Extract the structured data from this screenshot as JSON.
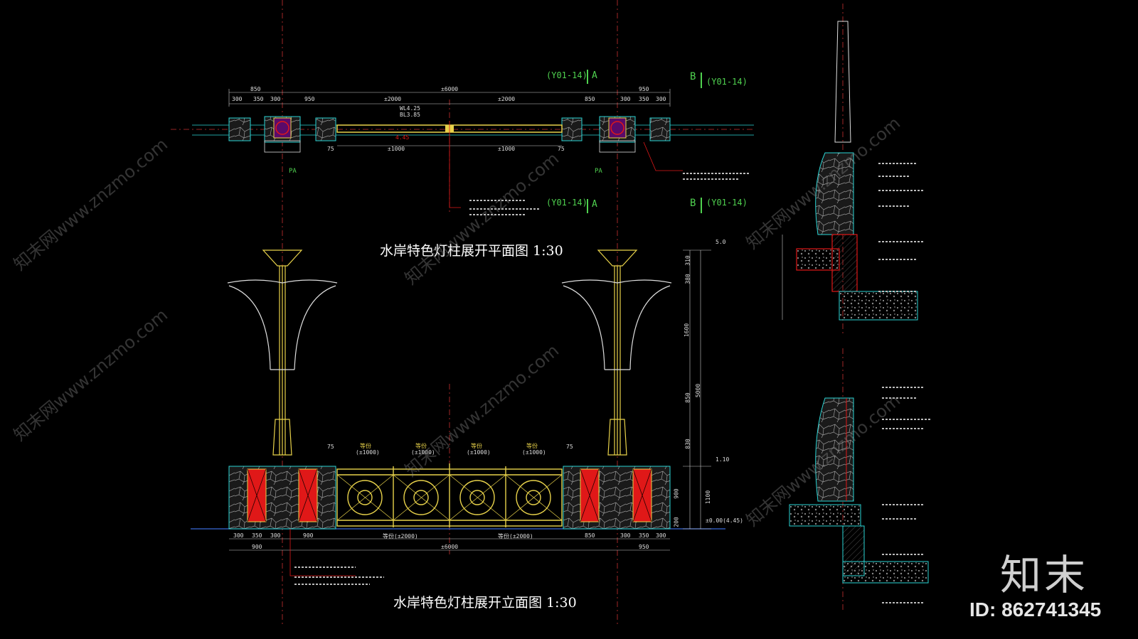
{
  "drawing": {
    "plan_title": "水岸特色灯柱展开平面图 1:30",
    "elevation_title": "水岸特色灯柱展开立面图 1:30",
    "section_refs": {
      "a_top": "(Y01-14)",
      "a_top_letter": "A",
      "a_bottom": "(Y01-14)",
      "a_bottom_letter": "A",
      "b_top_letter": "B",
      "b_top": "(Y01-14)",
      "b_bottom_letter": "B",
      "b_bottom": "(Y01-14)"
    },
    "plan_labels": {
      "pa_left": "PA",
      "pa_right": "PA",
      "wl": "WL4.25",
      "bl": "BL3.85",
      "level": "4.45",
      "pm1000_a": "±1000",
      "pm1000_b": "±1000",
      "d75_a": "75",
      "d75_b": "75"
    },
    "plan_top_dims": {
      "row1": [
        "850",
        "±2000",
        "±6000",
        "±2000",
        "850",
        "950"
      ],
      "row2": [
        "300",
        "350",
        "300",
        "950",
        "300",
        "350",
        "300"
      ]
    },
    "elevation_labels": {
      "seg1": "等份",
      "seg1_sub": "(±1000)",
      "seg2": "等份",
      "seg2_sub": "(±1000)",
      "seg3": "等份",
      "seg3_sub": "(±1000)",
      "seg4": "等份",
      "seg4_sub": "(±1000)",
      "d75_left": "75",
      "d75_right": "75",
      "ground": "±0.00(4.45)",
      "top_mark": "5.0",
      "mid_mark": "1.10"
    },
    "elevation_right_dims": [
      "310",
      "380",
      "1600",
      "850",
      "830",
      "900",
      "200",
      "5000",
      "1100"
    ],
    "elevation_bottom_dims": {
      "row1": [
        "300",
        "350",
        "300",
        "900",
        "等份(±2000)",
        "等份(±2000)",
        "850",
        "300",
        "350",
        "300"
      ],
      "row2": [
        "900",
        "±6000",
        "950"
      ]
    }
  },
  "watermark": {
    "logo": "知末",
    "id": "ID: 862741345",
    "site": "知末网www.znzmo.com"
  },
  "colors": {
    "background": "#000000",
    "lamp": "#e8d24a",
    "red_panel": "#e01818",
    "cyan": "#2ad4d4",
    "green": "#4fd14f",
    "stone": "#8a8a8a"
  }
}
